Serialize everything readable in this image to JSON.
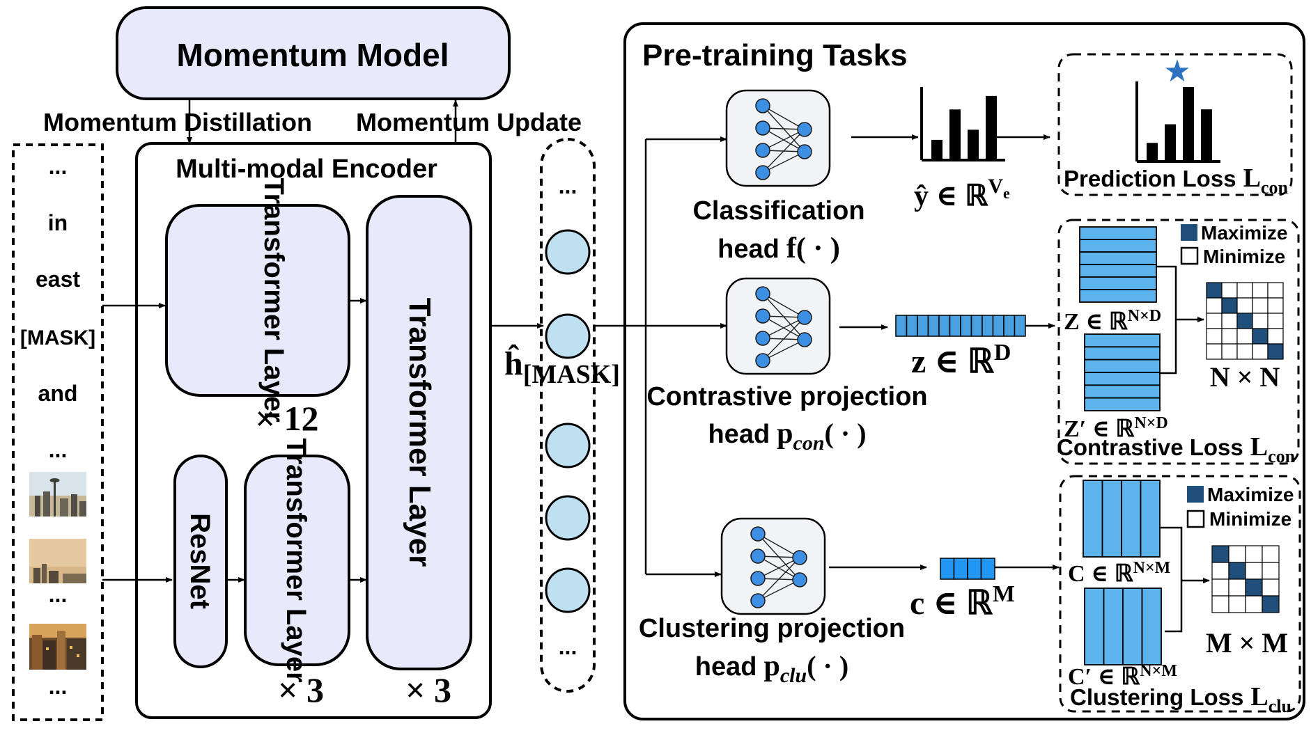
{
  "colors": {
    "panel_fill": "#e9e9fc",
    "circle_fill": "#bfe0f0",
    "bar_fill": "#5db3ec",
    "vector_fill": "#4a9fe0",
    "cluster_fill": "#2196f3",
    "matrix_dark": "#1f4e7a",
    "icon_node": "#3d8fe3",
    "icon_bg": "#f2f3f6",
    "star": "#2d72c0"
  },
  "top": {
    "momentum_model": "Momentum Model",
    "momentum_distillation": "Momentum Distillation",
    "momentum_update": "Momentum Update"
  },
  "input_tokens": [
    "...",
    "in",
    "east",
    "[MASK]",
    "and",
    "..."
  ],
  "input_ellipsis_mid": "...",
  "input_ellipsis_end": "...",
  "encoder": {
    "title": "Multi-modal Encoder",
    "text_transformer": "Transformer Layer",
    "text_times": "× 12",
    "resnet": "ResNet",
    "image_transformer": "Transformer Layer",
    "image_times": "× 3",
    "fusion_transformer": "Transformer Layer",
    "fusion_times": "× 3"
  },
  "hidden": {
    "ellipsis_top": "...",
    "ellipsis_bottom": "...",
    "label_main": "ĥ",
    "label_sub": "[MASK]"
  },
  "tasks": {
    "title": "Pre-training Tasks",
    "classification": {
      "label_line1": "Classification",
      "label_line2_text": "head",
      "label_line2_math": "f( · )",
      "output_main": "ŷ ∈ ℝ",
      "output_sup": "V",
      "output_supsub": "e",
      "prediction_loss_text": "Prediction Loss",
      "prediction_loss_math": "L",
      "prediction_loss_sub": "con",
      "prediction_bars": [
        0.3,
        0.75,
        0.45,
        0.95
      ],
      "prediction_result_bars": [
        0.25,
        0.5,
        1.0,
        0.7
      ]
    },
    "contrastive": {
      "label_line1": "Contrastive projection",
      "label_line2_text": "head",
      "label_math": "p",
      "label_sub": "con",
      "label_args": "( · )",
      "vector_main": "z ∈ ℝ",
      "vector_sup": "D",
      "vector_cells": 12,
      "Z_main": "Z ∈ ℝ",
      "Z_sup": "N×D",
      "Zp_main": "Z′ ∈ ℝ",
      "Zp_sup": "N×D",
      "matrix_label": "N × N",
      "maximize": "Maximize",
      "minimize": "Minimize",
      "loss_text": "Contrastive Loss",
      "loss_math": "L",
      "loss_sub": "con"
    },
    "clustering": {
      "label_line1": "Clustering projection",
      "label_line2_text": "head",
      "label_math": "p",
      "label_sub": "clu",
      "label_args": "( · )",
      "vector_main": "c ∈ ℝ",
      "vector_sup": "M",
      "vector_cells": 4,
      "C_main": "C ∈ ℝ",
      "C_sup": "N×M",
      "Cp_main": "C′ ∈ ℝ",
      "Cp_sup": "N×M",
      "matrix_label": "M × M",
      "maximize": "Maximize",
      "minimize": "Minimize",
      "loss_text": "Clustering Loss",
      "loss_math": "L",
      "loss_sub": "clu"
    }
  }
}
